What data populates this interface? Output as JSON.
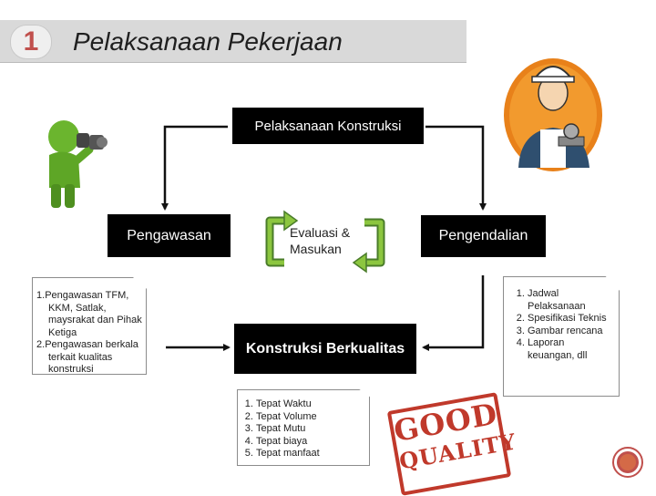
{
  "slide": {
    "number": "1",
    "title": "Pelaksanaan Pekerjaan"
  },
  "flow": {
    "top_box": "Pelaksanaan Konstruksi",
    "left_box": "Pengawasan",
    "right_box": "Pengendalian",
    "center_box": "Konstruksi Berkualitas",
    "center_label": "Evaluasi & Masukan"
  },
  "notes_left": {
    "items": [
      "Pengawasan TFM, KKM, Satlak, maysrakat dan Pihak Ketiga",
      "Pengawasan berkala terkait kualitas konstruksi"
    ]
  },
  "notes_right": {
    "items": [
      "Jadwal Pelaksanaan",
      "Spesifikasi Teknis",
      "Gambar rencana",
      "Laporan keuangan, dll"
    ]
  },
  "quality_list": {
    "items": [
      "Tepat Waktu",
      "Tepat Volume",
      "Tepat Mutu",
      "Tepat biaya",
      "Tepat manfaat"
    ]
  },
  "stamp": {
    "line1": "GOOD",
    "line2": "QUALITY"
  },
  "icons": {
    "observer": "binoculars-figure-icon",
    "worker": "construction-worker-icon",
    "arrows": "cycle-arrows-icon",
    "nav": "nav-button-icon"
  },
  "colors": {
    "box": "#000000",
    "accent_green": "#7ab648",
    "stamp_red": "#c0392b",
    "worker_orange": "#e8811a",
    "nav": "#c0504d"
  }
}
